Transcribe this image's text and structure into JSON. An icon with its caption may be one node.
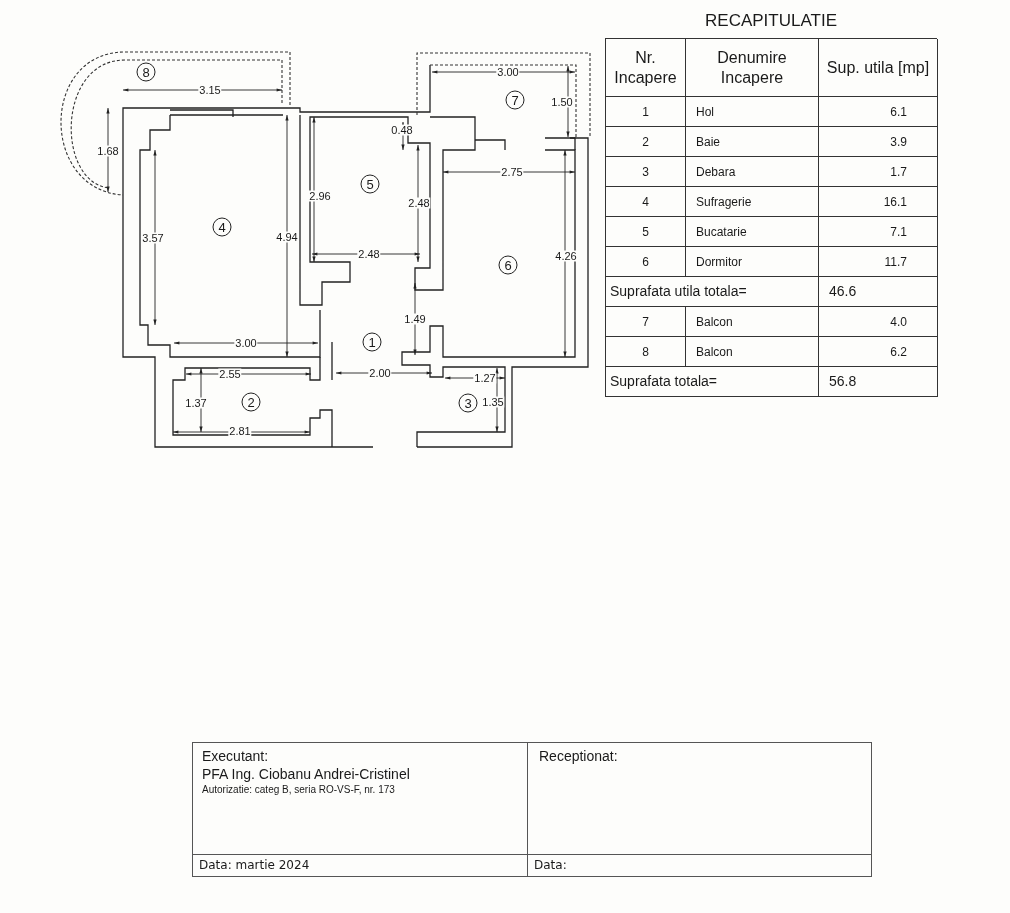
{
  "diagram": {
    "title": "RECAPITULATIE",
    "nodes": [
      {
        "text": [
          "8"
        ]
      },
      {
        "text": [
          "7"
        ]
      },
      {
        "text": [
          "5"
        ]
      },
      {
        "text": [
          "4"
        ]
      },
      {
        "text": [
          "6"
        ]
      },
      {
        "text": [
          "1"
        ]
      },
      {
        "text": [
          "2"
        ]
      },
      {
        "text": [
          "3"
        ]
      }
    ],
    "labels": [
      "3.00",
      "3.15",
      "1.50",
      "0.48",
      "1.68",
      "2.75",
      "2.96",
      "2.48",
      "3.57",
      "4.94",
      "2.48",
      "4.26",
      "1.49",
      "3.00",
      "2.55",
      "2.00",
      "1.27",
      "1.37",
      "1.35",
      "2.81",
      "Nr. Incapere",
      "Denumire Incapere",
      "Sup. utila [mp]",
      "1",
      "Hol",
      "6.1",
      "2",
      "Baie",
      "3.9",
      "3",
      "Debara",
      "1.7",
      "4",
      "Sufragerie",
      "16.1",
      "5",
      "Bucatarie",
      "7.1",
      "6",
      "Dormitor",
      "11.7",
      "Suprafata utila totala=",
      "46.6",
      "7",
      "Balcon",
      "4.0",
      "8",
      "Balcon",
      "6.2",
      "Suprafata totala=",
      "56.8",
      "Executant:",
      "PFA Ing. Ciobanu Andrei-Cristinel",
      "Autorizatie: categ B, seria RO-VS-F, nr. 173",
      "Receptionat:",
      "Data: martie 2024",
      "Data:"
    ]
  }
}
